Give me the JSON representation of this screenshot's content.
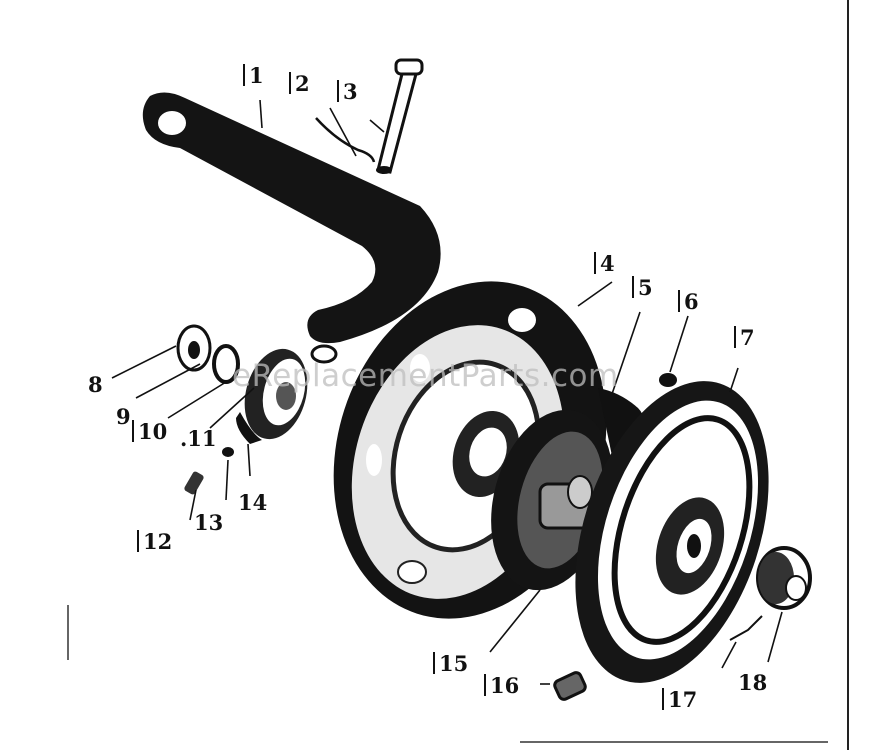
{
  "watermark": "eReplacementParts.com",
  "callouts": [
    {
      "id": "1",
      "text": "1"
    },
    {
      "id": "2",
      "text": "2"
    },
    {
      "id": "3",
      "text": "3"
    },
    {
      "id": "4",
      "text": "4"
    },
    {
      "id": "5",
      "text": "5"
    },
    {
      "id": "6",
      "text": "6"
    },
    {
      "id": "7",
      "text": "7"
    },
    {
      "id": "8",
      "text": "8"
    },
    {
      "id": "9",
      "text": "9"
    },
    {
      "id": "10",
      "text": "10"
    },
    {
      "id": "11",
      "text": ".11"
    },
    {
      "id": "12",
      "text": "12"
    },
    {
      "id": "13",
      "text": "13"
    },
    {
      "id": "14",
      "text": "14"
    },
    {
      "id": "15",
      "text": "15"
    },
    {
      "id": "16",
      "text": "16"
    },
    {
      "id": "17",
      "text": "17"
    },
    {
      "id": "18",
      "text": "18"
    }
  ]
}
